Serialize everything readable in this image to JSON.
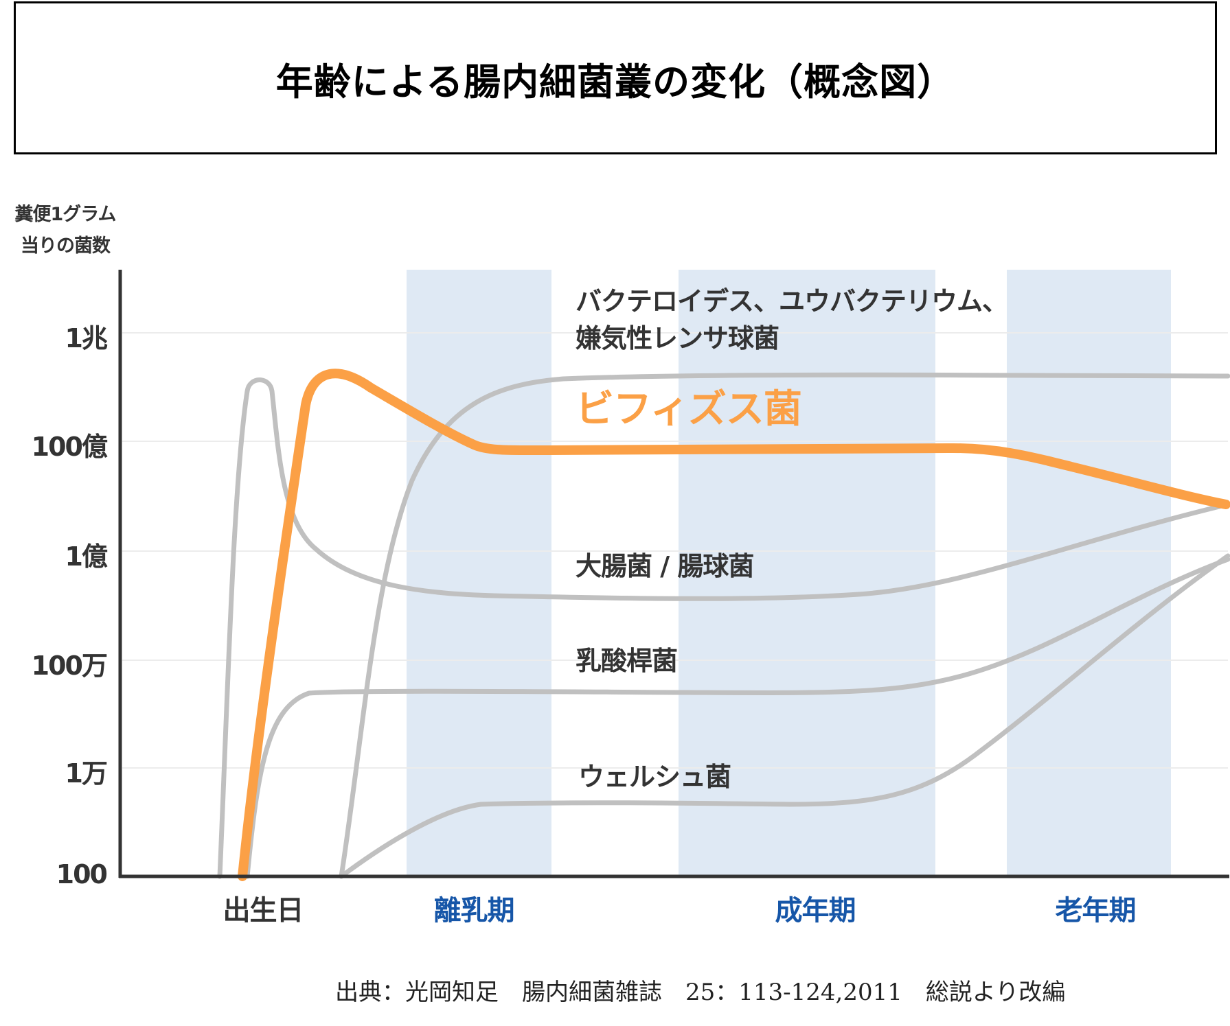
{
  "title": "年齢による腸内細菌叢の変化（概念図）",
  "y_axis": {
    "label_line1": "糞便1グラム",
    "label_line2": "当りの菌数",
    "ticks": [
      "1兆",
      "100億",
      "1億",
      "100万",
      "1万",
      "100"
    ]
  },
  "x_axis": {
    "ticks": [
      "出生日",
      "離乳期",
      "成年期",
      "老年期"
    ]
  },
  "series_labels": {
    "bacteroides": "バクテロイデス、ユウバクテリウム、",
    "bacteroides_line2": "嫌気性レンサ球菌",
    "bifidobacterium": "ビフィズス菌",
    "ecoli": "大腸菌 / 腸球菌",
    "lactobacillus": "乳酸桿菌",
    "clostridium": "ウェルシュ菌"
  },
  "citation": "出典：光岡知足　腸内細菌雑誌　25：113-124,2011　総説より改編",
  "colors": {
    "bifidobacterium": "#fba046",
    "other_series": "#c0c0c0",
    "band": "#dfe9f4",
    "period_label": "#1656a8",
    "axis": "#333333",
    "grid": "#ececec"
  },
  "chart_data": {
    "type": "line",
    "title": "年齢による腸内細菌叢の変化（概念図）",
    "xlabel": "",
    "ylabel": "糞便1グラム当りの菌数",
    "y_scale": "log",
    "y_ticks": [
      {
        "label": "100",
        "value": 100
      },
      {
        "label": "1万",
        "value": 10000
      },
      {
        "label": "100万",
        "value": 1000000
      },
      {
        "label": "1億",
        "value": 100000000
      },
      {
        "label": "100億",
        "value": 10000000000
      },
      {
        "label": "1兆",
        "value": 1000000000000
      }
    ],
    "ylim": [
      100,
      10000000000000
    ],
    "x_categories": [
      "出生日",
      "離乳期",
      "成年期",
      "老年期"
    ],
    "shaded_periods": [
      "離乳期",
      "成年期",
      "老年期"
    ],
    "grid": true,
    "conceptual": true,
    "series": [
      {
        "name": "バクテロイデス、ユウバクテリウム、嫌気性レンサ球菌",
        "color": "#c0c0c0",
        "x": [
          "出生日後",
          "離乳期",
          "成年期",
          "老年期",
          "end"
        ],
        "log10_values": [
          2,
          11.3,
          11.5,
          11.5,
          11.5
        ]
      },
      {
        "name": "ビフィズス菌",
        "color": "#fba046",
        "x": [
          "出生日",
          "出生日直後(peak)",
          "離乳期",
          "成年期",
          "老年期",
          "end"
        ],
        "log10_values": [
          2,
          11.5,
          9.9,
          9.9,
          9.5,
          8.8
        ]
      },
      {
        "name": "大腸菌 / 腸球菌",
        "color": "#c0c0c0",
        "x": [
          "出生日前",
          "出生日(peak)",
          "離乳期",
          "成年期",
          "老年期",
          "end"
        ],
        "log10_values": [
          2,
          11.5,
          7.6,
          7.6,
          7.9,
          8.8
        ]
      },
      {
        "name": "乳酸桿菌",
        "color": "#c0c0c0",
        "x": [
          "出生日前",
          "出生日後",
          "離乳期",
          "成年期",
          "老年期",
          "end"
        ],
        "log10_values": [
          2,
          5.4,
          5.5,
          5.5,
          6.0,
          7.0
        ]
      },
      {
        "name": "ウェルシュ菌",
        "color": "#c0c0c0",
        "x": [
          "出生日後",
          "離乳期",
          "成年期",
          "老年期",
          "end"
        ],
        "log10_values": [
          2,
          3.4,
          3.4,
          4.5,
          7.4
        ]
      }
    ]
  }
}
